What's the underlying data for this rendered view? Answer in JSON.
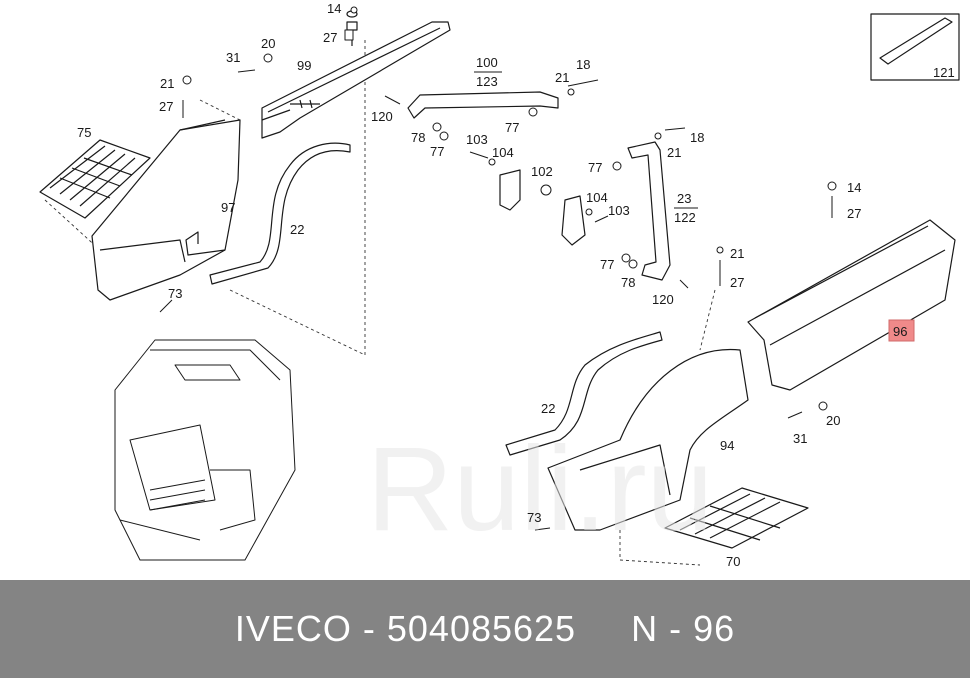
{
  "watermark": "Ruli.ru",
  "callouts": {
    "c14a": "14",
    "c27a": "27",
    "c31a": "31",
    "c20a": "20",
    "c99": "99",
    "c21a": "21",
    "c27b": "27",
    "c75": "75",
    "c97": "97",
    "c22a": "22",
    "c73a": "73",
    "c100": "100",
    "c123": "123",
    "c21b": "21",
    "c18a": "18",
    "c120a": "120",
    "c78a": "78",
    "c77a": "77",
    "c77b": "77",
    "c103a": "103",
    "c104a": "104",
    "c102": "102",
    "c104b": "104",
    "c103b": "103",
    "c18b": "18",
    "c21c": "21",
    "c77c": "77",
    "c23": "23",
    "c122": "122",
    "c77d": "77",
    "c78b": "78",
    "c120b": "120",
    "c21d": "21",
    "c27c": "27",
    "c14b": "14",
    "c27d": "27",
    "c121": "121",
    "c96": "96",
    "c31b": "31",
    "c20b": "20",
    "c22b": "22",
    "c94": "94",
    "c73b": "73",
    "c70": "70"
  },
  "highlight_color": "#f08a8a",
  "footer": {
    "brand": "IVECO",
    "sep1": " - ",
    "part_number": "504085625",
    "gap": "     ",
    "n_label": "N - 96"
  }
}
